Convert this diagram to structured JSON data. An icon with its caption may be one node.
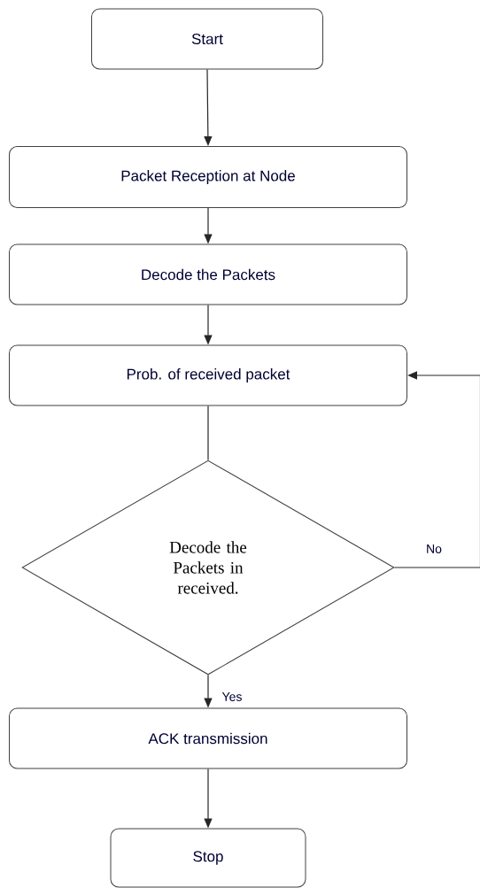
{
  "diagram": {
    "nodes": [
      {
        "text": [
          "Start"
        ]
      },
      {
        "text": [
          "Packet Reception at Node"
        ]
      },
      {
        "text": [
          "Decode the Packets"
        ]
      },
      {
        "text": [
          "Prob. of received packet"
        ]
      },
      {
        "text": [
          "Decode the Packets in received."
        ]
      },
      {
        "text": [
          "ACK transmission"
        ]
      },
      {
        "text": [
          "Stop"
        ]
      }
    ],
    "edges": [
      {
        "from": 0,
        "to": 1,
        "arrow": "to"
      },
      {
        "from": 1,
        "to": 2,
        "arrow": "to"
      },
      {
        "from": 2,
        "to": 3,
        "arrow": "to"
      },
      {
        "from": 3,
        "to": 4,
        "arrow": "none"
      },
      {
        "from": 4,
        "to": 5,
        "arrow": "to",
        "label": "Yes"
      },
      {
        "from": 4,
        "to": 3,
        "arrow": "to",
        "label": "No"
      },
      {
        "from": 5,
        "to": 6,
        "arrow": "to"
      }
    ]
  }
}
